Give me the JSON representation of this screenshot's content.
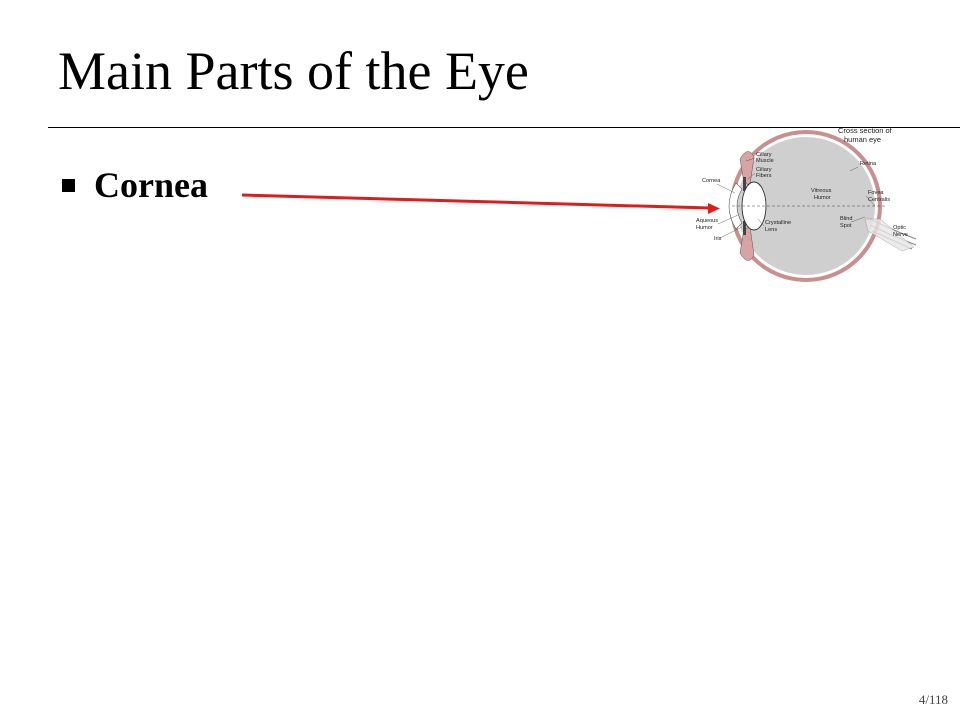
{
  "slide": {
    "title": "Main Parts of the Eye",
    "bullets": [
      {
        "label": "Cornea"
      }
    ],
    "page_number": "4/118"
  },
  "eye_diagram": {
    "caption_line1": "Cross section of",
    "caption_line2": "human eye",
    "labels": {
      "ciliary_muscle": [
        "Ciliary",
        "Muscle"
      ],
      "ciliary_fibers": [
        "Ciliary",
        "Fibers"
      ],
      "cornea": "Cornea",
      "aqueous_humor": [
        "Aqueous",
        "Humor"
      ],
      "iris": "Iris",
      "crystalline_lens": [
        "Crystalline",
        "Lens"
      ],
      "vitreous_humor": [
        "Vitreous",
        "Humor"
      ],
      "retina": "Retina",
      "fovea_centralis": [
        "Fovea",
        "Centralis"
      ],
      "blind_spot": [
        "Blind",
        "Spot"
      ],
      "optic_nerve": [
        "Optic",
        "Nerve"
      ]
    }
  },
  "colors": {
    "arrow": "#e01b1b",
    "sclera": "#c98f8f",
    "vitreous": "#cfcfcf",
    "ciliary": "#d8a3a3"
  }
}
